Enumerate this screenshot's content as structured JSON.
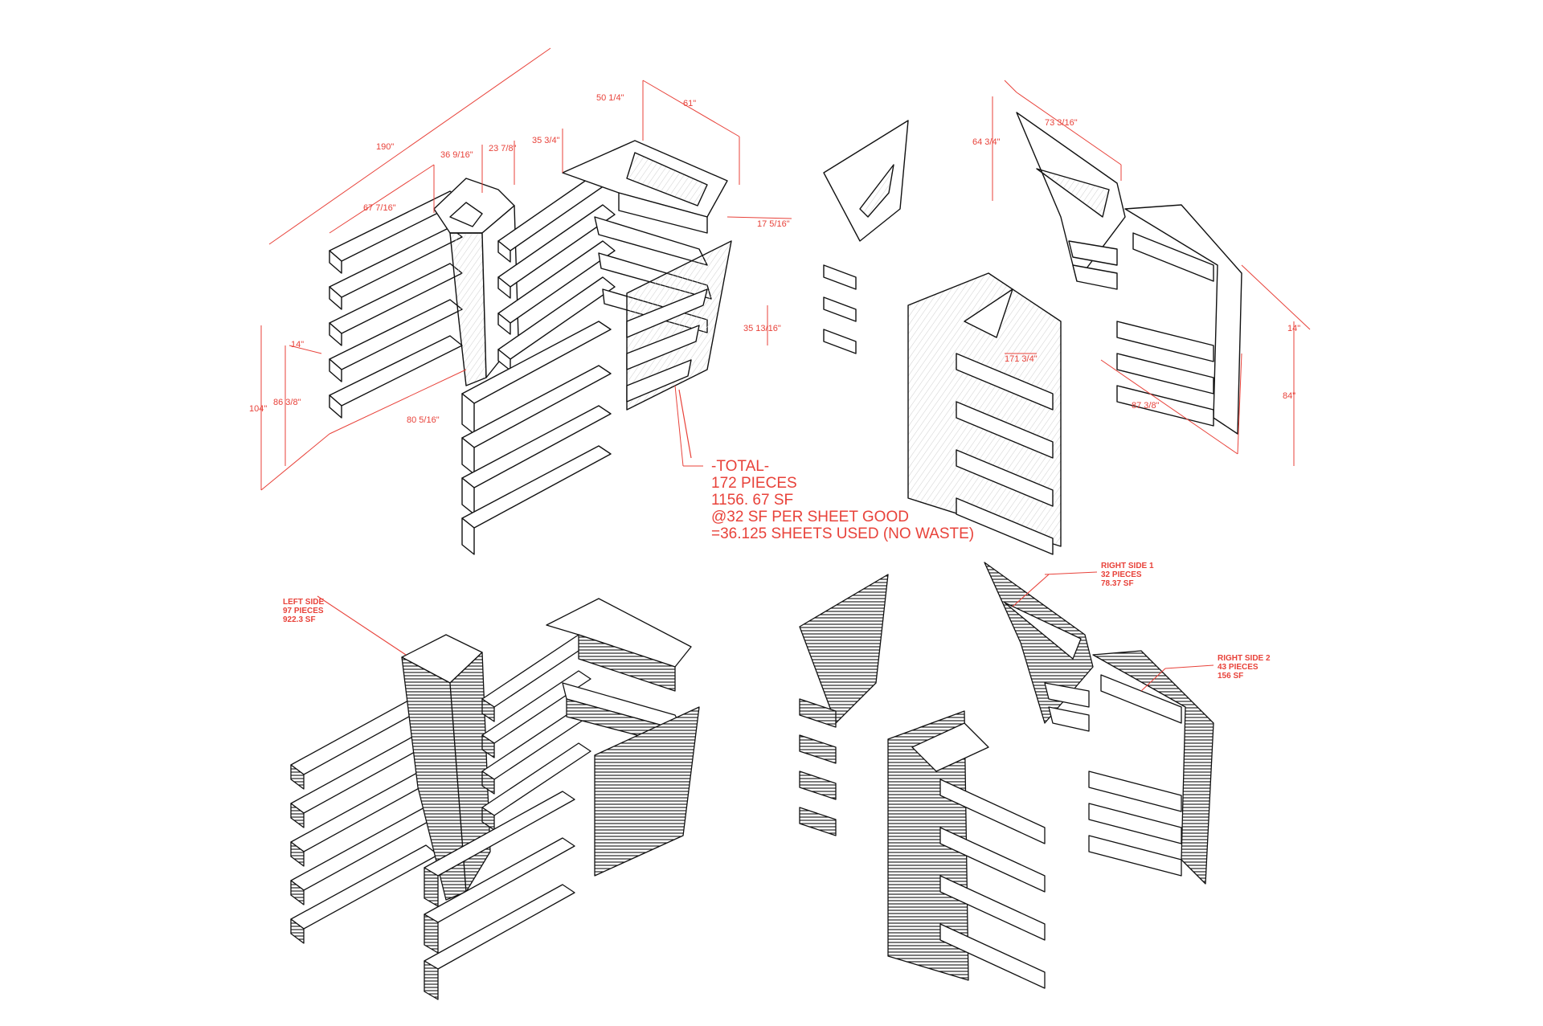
{
  "colors": {
    "annotation": "#e8423a",
    "linework": "#111111",
    "hatch": "#bdbdbd",
    "background": "#ffffff"
  },
  "dimensions": {
    "d_190": "190\"",
    "d_50_1_4": "50 1/4\"",
    "d_61": "61\"",
    "d_36_9_16": "36 9/16\"",
    "d_23_7_8": "23 7/8\"",
    "d_35_3_4": "35 3/4\"",
    "d_67_7_16": "67 7/16\"",
    "d_17_5_16": "17 5/16\"",
    "d_35_13_16": "35 13/16\"",
    "d_14_left": "14\"",
    "d_86_3_8": "86 3/8\"",
    "d_104": "104\"",
    "d_80_5_16": "80 5/16\"",
    "d_64_3_4": "64 3/4\"",
    "d_73_3_16": "73 3/16\"",
    "d_171_3_4": "171 3/4\"",
    "d_87_3_8": "87 3/8\"",
    "d_14_right": "14\"",
    "d_84": "84\""
  },
  "total": {
    "heading": "-TOTAL-",
    "line1": "172 PIECES",
    "line2": "1156. 67 SF",
    "line3": "@32 SF PER SHEET GOOD",
    "line4": "=36.125 SHEETS USED (NO WASTE)"
  },
  "left_side": {
    "title": "LEFT SIDE",
    "pieces": "97 PIECES",
    "area": "922.3 SF"
  },
  "right_side_1": {
    "title": "RIGHT SIDE 1",
    "pieces": "32 PIECES",
    "area": "78.37 SF"
  },
  "right_side_2": {
    "title": "RIGHT SIDE 2",
    "pieces": "43 PIECES",
    "area": "156 SF"
  }
}
